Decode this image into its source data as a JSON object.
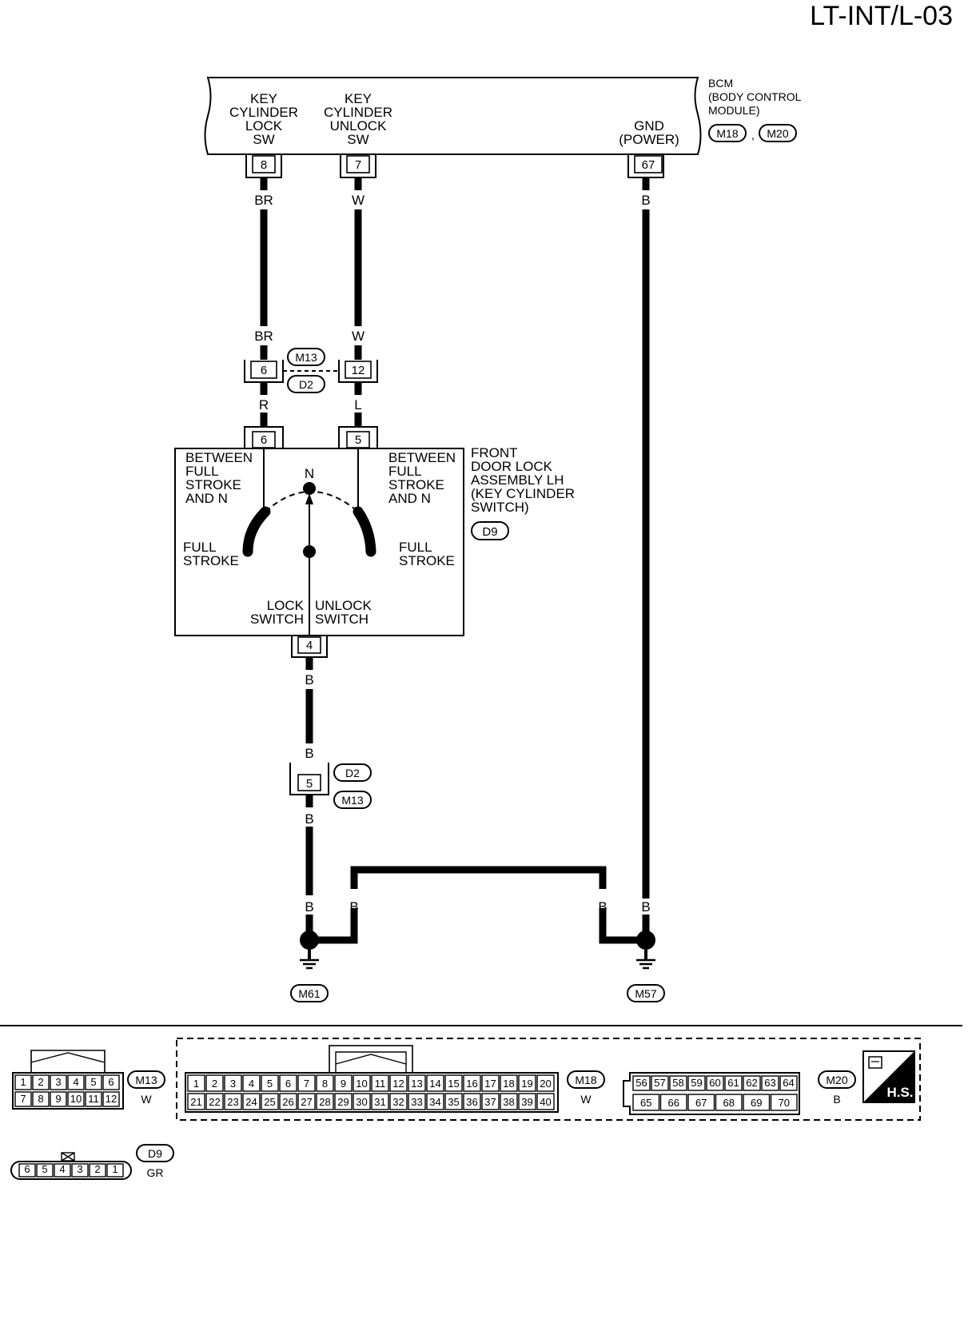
{
  "page_id": "LT-INT/L-03",
  "bcm": {
    "name_lines": [
      "BCM",
      "(BODY CONTROL",
      "MODULE)"
    ],
    "connectors": [
      "M18",
      "M20"
    ],
    "separator": ",",
    "lock_sw_lines": [
      "KEY",
      "CYLINDER",
      "LOCK",
      "SW"
    ],
    "unlock_sw_lines": [
      "KEY",
      "CYLINDER",
      "UNLOCK",
      "SW"
    ],
    "gnd_lines": [
      "GND",
      "(POWER)"
    ],
    "pins": {
      "lock": "8",
      "unlock": "7",
      "gnd": "67"
    }
  },
  "wires": {
    "lock_top": "BR",
    "unlock_top": "W",
    "gnd": "B",
    "lock_mid": "BR",
    "unlock_mid": "W",
    "lock_low": "R",
    "unlock_low": "L",
    "door_out": "B",
    "d2_in": "B",
    "d2_out": "B",
    "m61_a": "B",
    "m61_b": "B",
    "m57_a": "B",
    "m57_b": "B"
  },
  "junction_m13_d2": {
    "connectors": [
      "M13",
      "D2"
    ],
    "pin_lock": "6",
    "pin_unlock": "12"
  },
  "door_lock": {
    "name_lines": [
      "FRONT",
      "DOOR LOCK",
      "ASSEMBLY LH",
      "(KEY CYLINDER",
      "SWITCH)"
    ],
    "connector": "D9",
    "pins": {
      "lock": "6",
      "unlock": "5",
      "gnd": "4"
    },
    "left_between_lines": [
      "BETWEEN",
      "FULL",
      "STROKE",
      "AND N"
    ],
    "right_between_lines": [
      "BETWEEN",
      "FULL",
      "STROKE",
      "AND N"
    ],
    "left_full_lines": [
      "FULL",
      "STROKE"
    ],
    "right_full_lines": [
      "FULL",
      "STROKE"
    ],
    "neutral": "N",
    "lock_switch_lines": [
      "LOCK",
      "SWITCH"
    ],
    "unlock_switch_lines": [
      "UNLOCK",
      "SWITCH"
    ]
  },
  "junction_d2_m13": {
    "connectors": [
      "D2",
      "M13"
    ],
    "pin": "5"
  },
  "grounds": {
    "left": "M61",
    "right": "M57"
  },
  "connector_views": {
    "m13": {
      "id": "M13",
      "color": "W",
      "row1": [
        "1",
        "2",
        "3",
        "4",
        "5",
        "6"
      ],
      "row2": [
        "7",
        "8",
        "9",
        "10",
        "11",
        "12"
      ]
    },
    "m18": {
      "id": "M18",
      "color": "W",
      "row1": [
        "1",
        "2",
        "3",
        "4",
        "5",
        "6",
        "7",
        "8",
        "9",
        "10",
        "11",
        "12",
        "13",
        "14",
        "15",
        "16",
        "17",
        "18",
        "19",
        "20"
      ],
      "row2": [
        "21",
        "22",
        "23",
        "24",
        "25",
        "26",
        "27",
        "28",
        "29",
        "30",
        "31",
        "32",
        "33",
        "34",
        "35",
        "36",
        "37",
        "38",
        "39",
        "40"
      ]
    },
    "m20": {
      "id": "M20",
      "color": "B",
      "row1": [
        "56",
        "57",
        "58",
        "59",
        "60",
        "61",
        "62",
        "63",
        "64"
      ],
      "row2": [
        "65",
        "66",
        "67",
        "68",
        "69",
        "70"
      ]
    },
    "d9": {
      "id": "D9",
      "color": "GR",
      "row1": [
        "6",
        "5",
        "4",
        "3",
        "2",
        "1"
      ]
    },
    "hs_label": "H.S."
  }
}
